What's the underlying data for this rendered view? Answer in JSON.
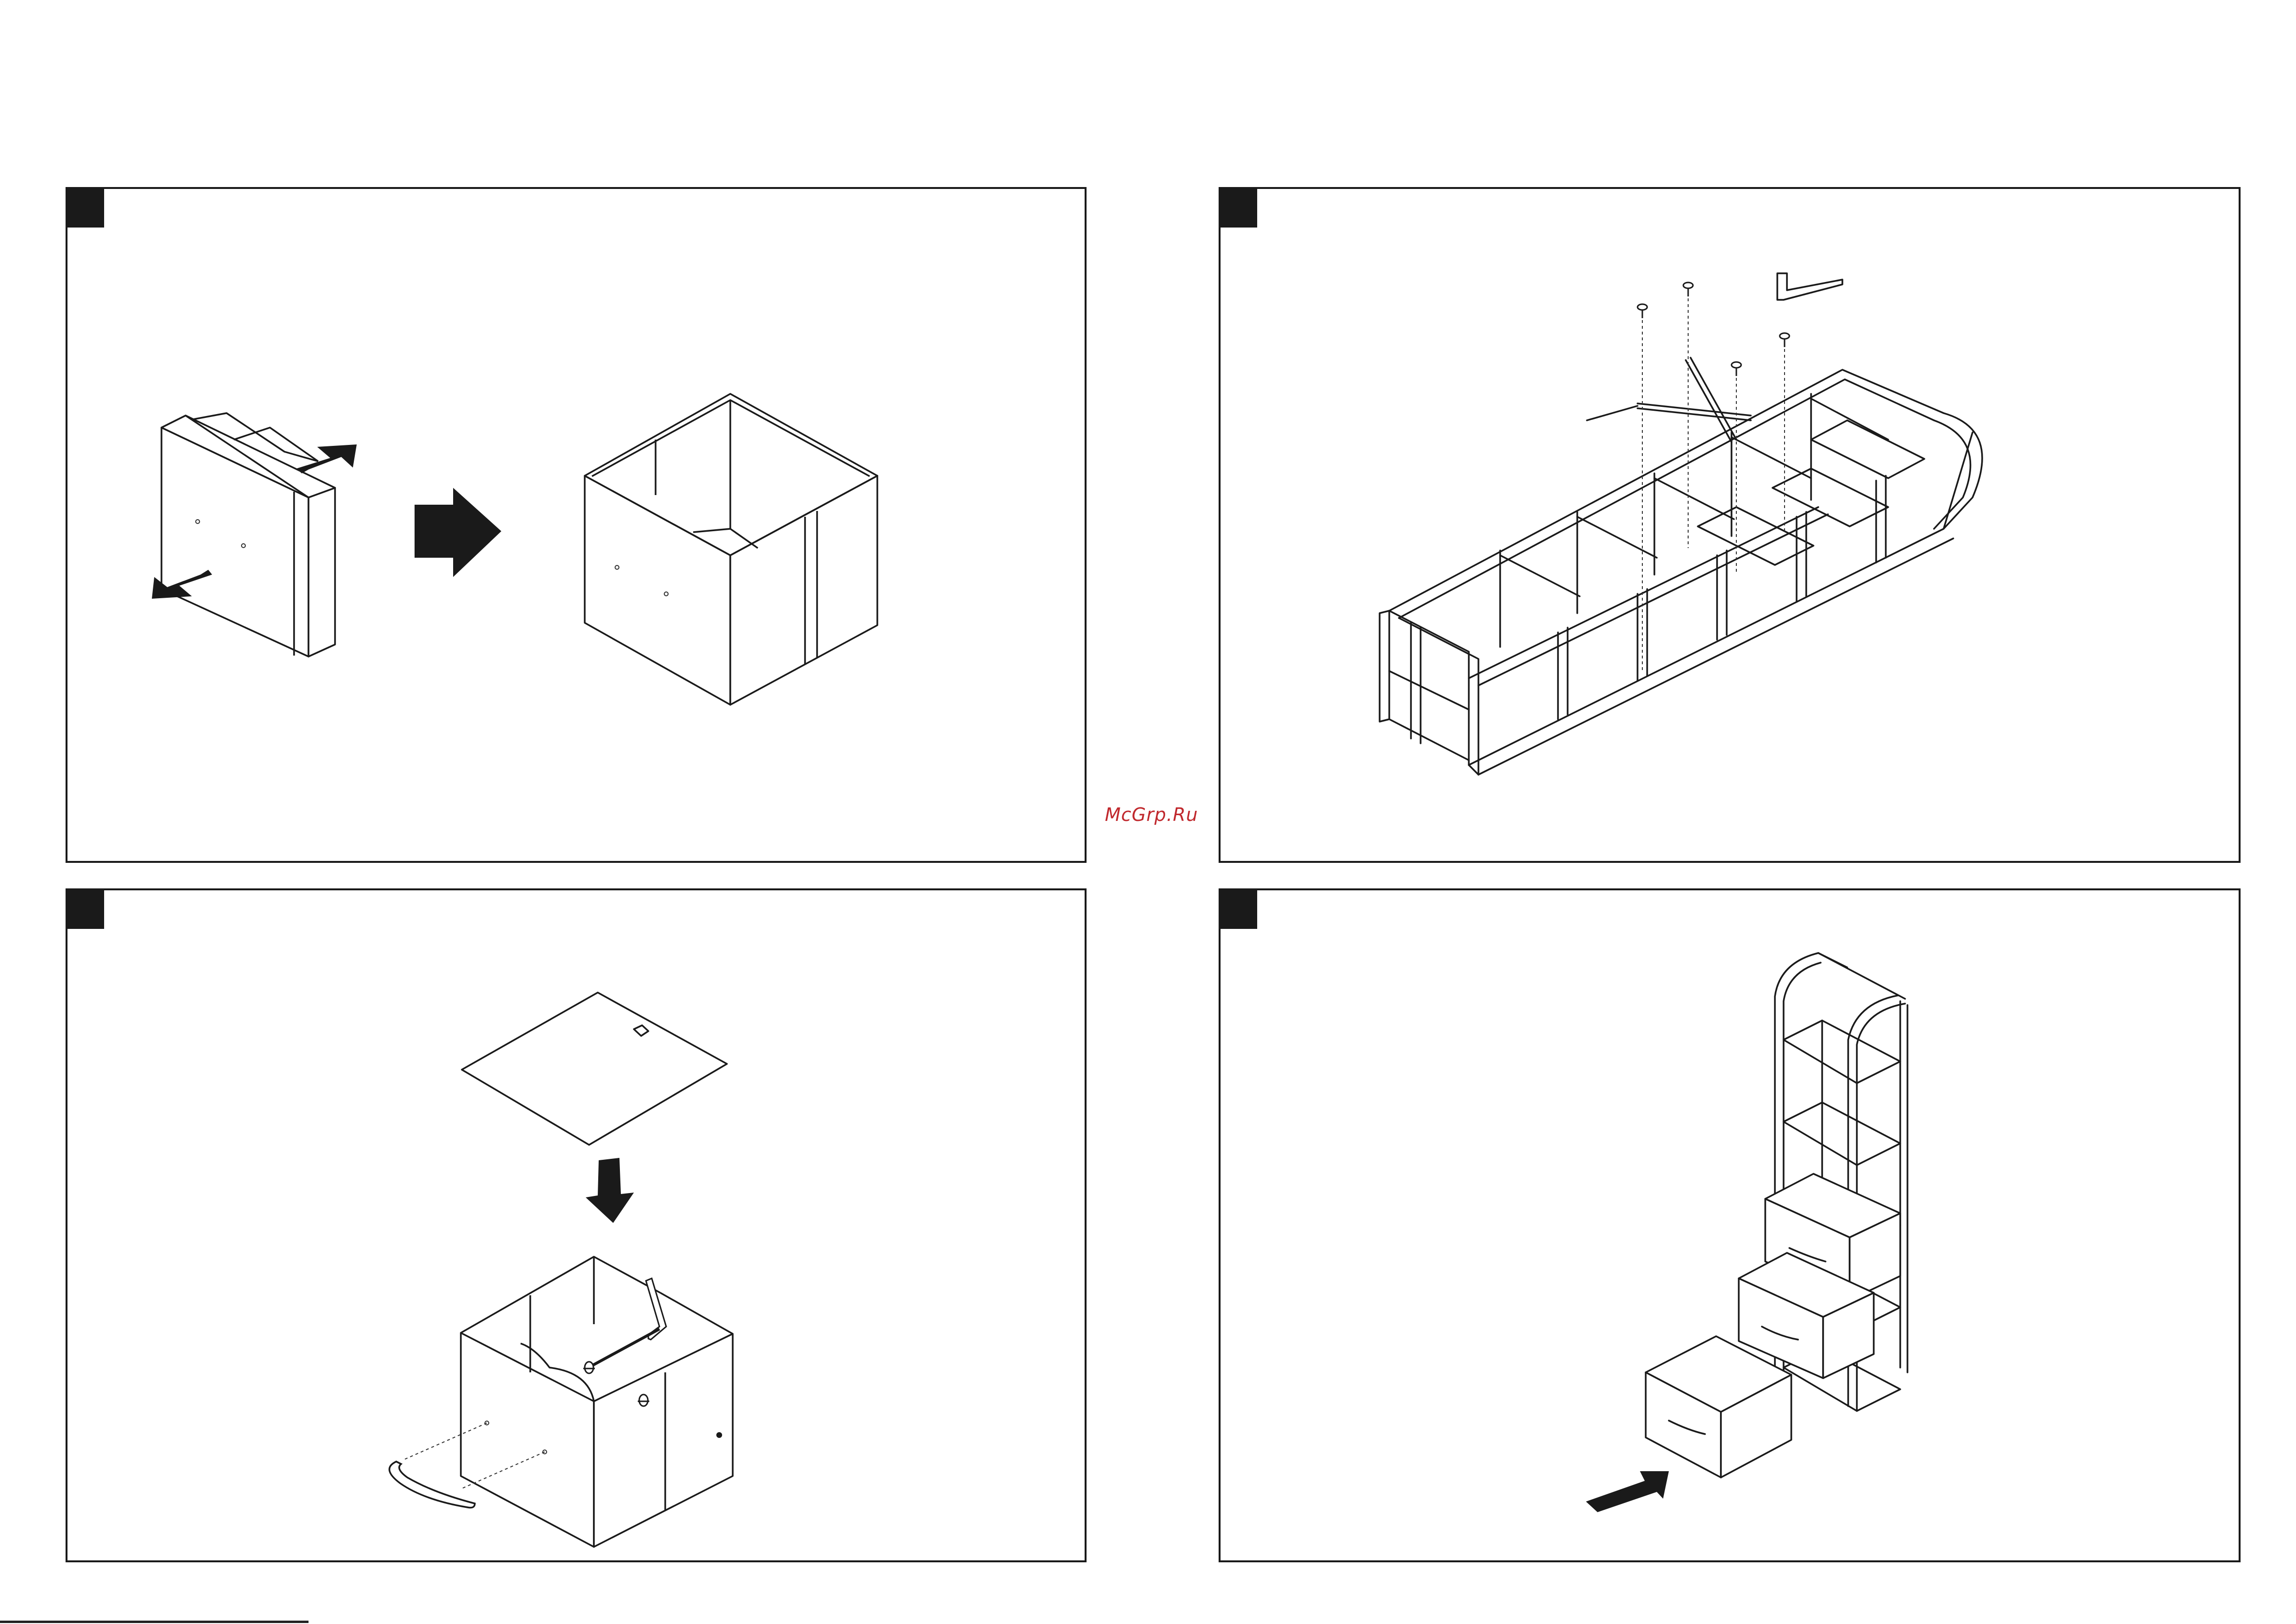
{
  "watermark": {
    "text": "McGrp.Ru",
    "color": "#c0282d"
  },
  "panels": [
    {
      "id": "step-1",
      "depicts": "fold-open-fabric-drawer"
    },
    {
      "id": "step-2",
      "depicts": "attach-cross-brace-frame"
    },
    {
      "id": "step-3",
      "depicts": "insert-base-board-attach-handle"
    },
    {
      "id": "step-4",
      "depicts": "slide-drawers-into-tower"
    }
  ],
  "icons": [
    "step-badge",
    "arrow-icon",
    "screw-icon",
    "hex-key-icon"
  ]
}
